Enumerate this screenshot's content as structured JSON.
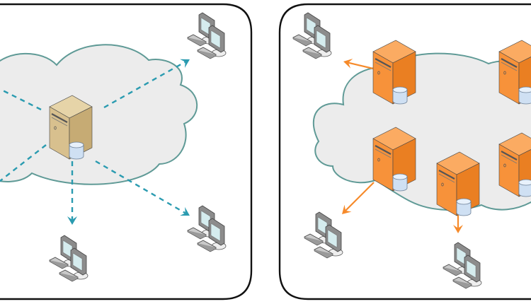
{
  "diagram": {
    "panels": [
      {
        "id": "centralized",
        "name": "centralized-network-panel",
        "cloud": {
          "name": "network-cloud"
        },
        "servers": [
          {
            "id": "c-server",
            "role": "central-server",
            "color": "tan"
          }
        ],
        "clients": [
          {
            "id": "c-client-top-right"
          },
          {
            "id": "c-client-bottom-center"
          },
          {
            "id": "c-client-bottom-right"
          }
        ],
        "links": [
          {
            "from": "c-server",
            "to": "c-client-top-right",
            "style": "dashed",
            "arrow": true
          },
          {
            "from": "c-server",
            "to": "c-client-bottom-center",
            "style": "dashed",
            "arrow": true
          },
          {
            "from": "c-server",
            "to": "c-client-bottom-right",
            "style": "dashed",
            "arrow": true
          },
          {
            "from": "c-server",
            "to": "offscreen-left-top",
            "style": "dashed",
            "arrow": false
          },
          {
            "from": "c-server",
            "to": "offscreen-left-bottom",
            "style": "dashed",
            "arrow": false
          }
        ]
      },
      {
        "id": "distributed",
        "name": "distributed-network-panel",
        "cloud": {
          "name": "network-cloud"
        },
        "servers": [
          {
            "id": "d-server-top-left",
            "color": "orange"
          },
          {
            "id": "d-server-top-right",
            "color": "orange"
          },
          {
            "id": "d-server-mid-left",
            "color": "orange"
          },
          {
            "id": "d-server-mid-center",
            "color": "orange"
          },
          {
            "id": "d-server-mid-right",
            "color": "orange"
          }
        ],
        "clients": [
          {
            "id": "d-client-top-left"
          },
          {
            "id": "d-client-bottom-left"
          },
          {
            "id": "d-client-bottom-center"
          }
        ],
        "links": [
          {
            "from": "d-server-top-left",
            "to": "d-client-top-left",
            "style": "solid",
            "arrow": true
          },
          {
            "from": "d-server-mid-left",
            "to": "d-client-bottom-left",
            "style": "solid",
            "arrow": true
          },
          {
            "from": "d-server-mid-center",
            "to": "d-client-bottom-center",
            "style": "solid",
            "arrow": true
          }
        ]
      }
    ],
    "colors": {
      "panel_border": "#111111",
      "cloud_fill": "#ececec",
      "cloud_stroke": "#5f9a96",
      "dashed_link": "#2a9bb0",
      "solid_link": "#f68a2a",
      "server_tan_front": "#d8c08e",
      "server_tan_side": "#c6ab74",
      "server_tan_top": "#e6d4a8",
      "server_orange_front": "#f7923a",
      "server_orange_side": "#ea7f22",
      "server_orange_top": "#fbab62",
      "db_fill": "#cfe0f3",
      "db_top": "#e8f1fb",
      "db_stroke": "#6b7f96",
      "monitor_frame": "#8c8c8c",
      "monitor_screen": "#d5ecee",
      "keyboard": "#c9c9c9",
      "outline": "#444444"
    }
  }
}
